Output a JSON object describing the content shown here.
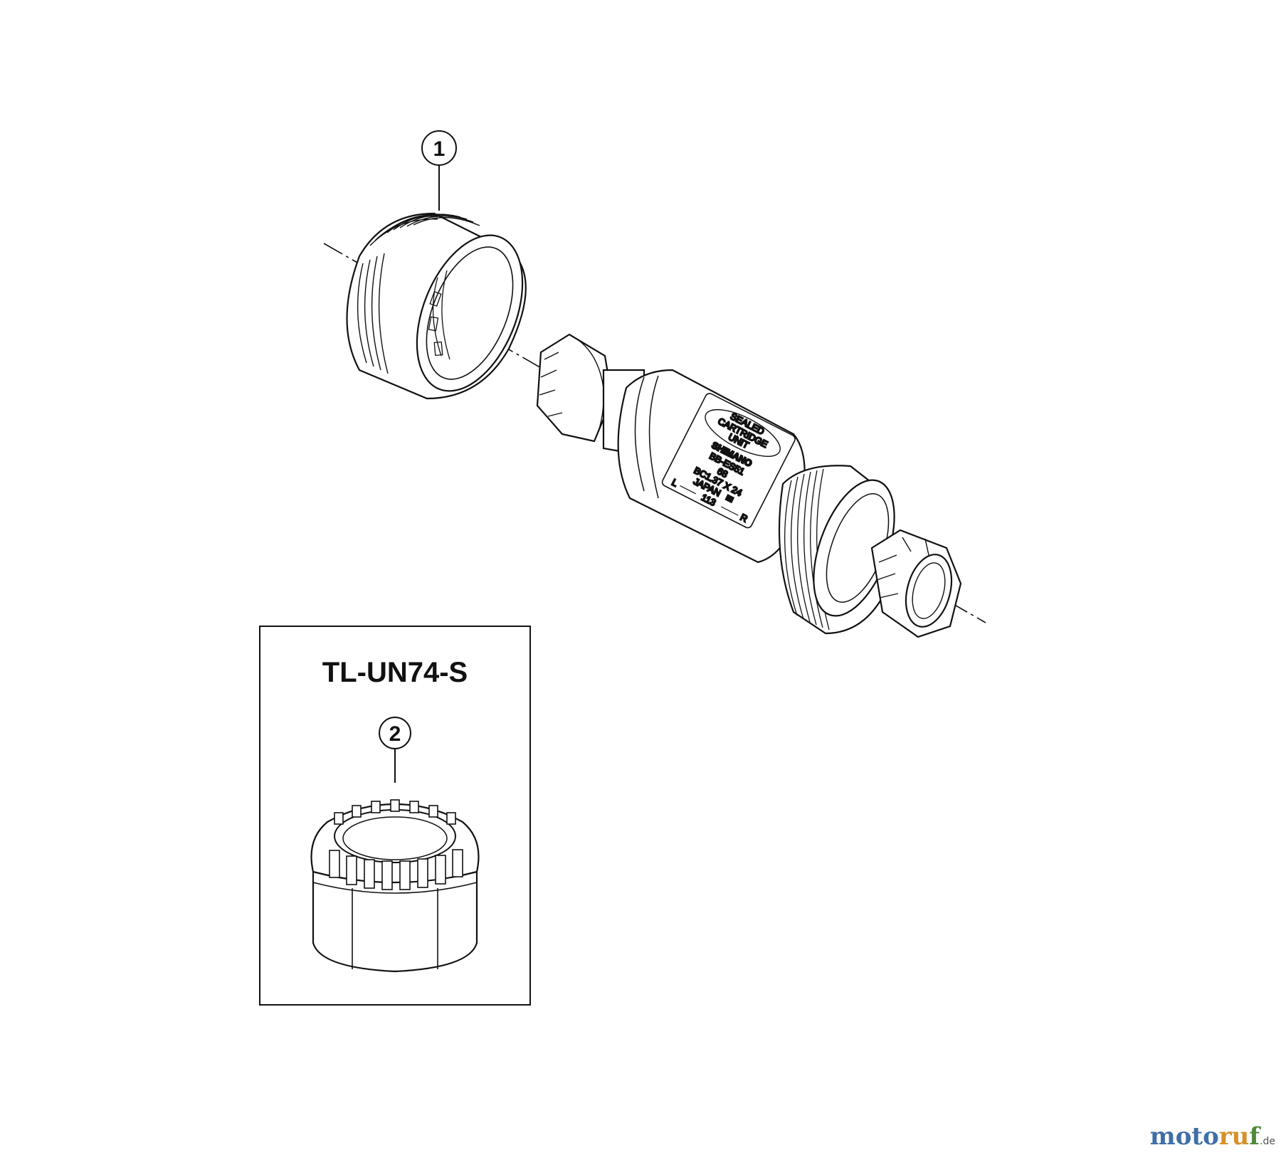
{
  "callouts": [
    {
      "number": "1"
    },
    {
      "number": "2"
    }
  ],
  "tool_box": {
    "title": "TL-UN74-S"
  },
  "cartridge_label": {
    "line1": "SEALED",
    "line2": "CARTRIDGE",
    "line3": "UNIT",
    "brand": "SHIMANO",
    "model": "BB-ES51",
    "width": "68",
    "thread": "BC1.37 X 24",
    "origin": "JAPAN",
    "left_mark": "L",
    "spindle": "113",
    "right_mark": "R"
  },
  "watermark": {
    "part1": "moto",
    "part2": "ru",
    "part3": "f",
    "suffix": ".de"
  }
}
